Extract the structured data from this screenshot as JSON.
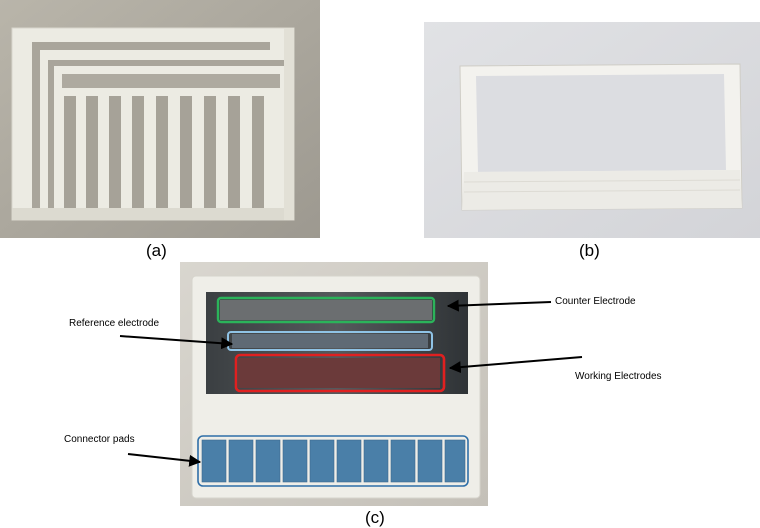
{
  "panels": {
    "a": {
      "label": "(a)"
    },
    "b": {
      "label": "(b)"
    },
    "c": {
      "label": "(c)"
    }
  },
  "annotations": {
    "counter": "Counter Electrode",
    "reference": "Reference electrode",
    "working": "Working Electrodes",
    "connector": "Connector pads"
  },
  "colors": {
    "counter_box": "#2bb35a",
    "reference_box": "#8fc3e6",
    "working_box": "#e02020",
    "connector_box": "#2f6fa8"
  }
}
